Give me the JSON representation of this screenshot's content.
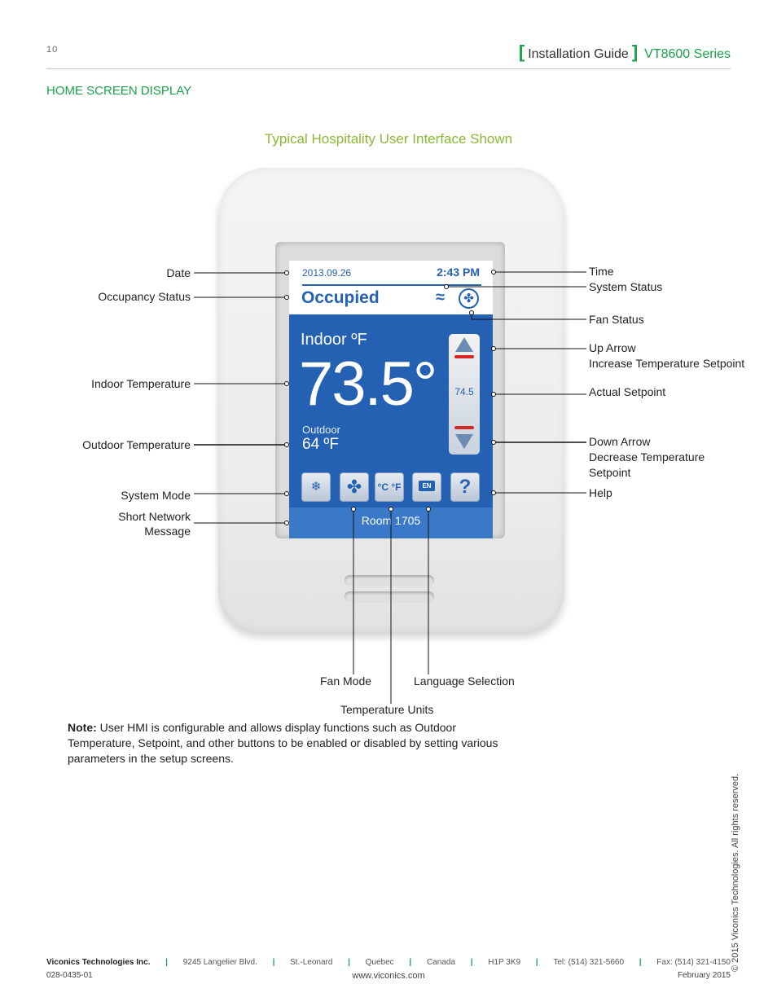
{
  "header": {
    "page_number": "10",
    "bracket_open": "[",
    "guide_label": "Installation Guide",
    "bracket_close": "]",
    "series": "VT8600 Series",
    "accent_color": "#1aa34a"
  },
  "section_title": "HOME SCREEN DISPLAY",
  "figure_title": "Typical Hospitality User Interface Shown",
  "screen": {
    "date": "2013.09.26",
    "time": "2:43 PM",
    "occupancy": "Occupied",
    "system_status_icon": "heat-waves-icon",
    "fan_status_icon": "fan-icon",
    "indoor_label": "Indoor ºF",
    "indoor_value": "73.5°",
    "outdoor_label": "Outdoor",
    "outdoor_value": "64 ºF",
    "setpoint": "74.5",
    "unit_button": "°C °F",
    "language_button": "EN",
    "help_button": "?",
    "room": "Room 1705",
    "screen_color": "#2461b3"
  },
  "callouts": {
    "date": "Date",
    "occupancy_status": "Occupancy Status",
    "indoor_temperature": "Indoor Temperature",
    "outdoor_temperature": "Outdoor Temperature",
    "system_mode": "System Mode",
    "short_network_1": "Short Network",
    "short_network_2": "Message",
    "time": "Time",
    "system_status": "System Status",
    "fan_status": "Fan Status",
    "up_arrow_1": "Up Arrow",
    "up_arrow_2": "Increase Temperature Setpoint",
    "actual_setpoint": "Actual Setpoint",
    "down_arrow_1": "Down Arrow",
    "down_arrow_2": "Decrease Temperature",
    "down_arrow_3": "Setpoint",
    "help": "Help",
    "fan_mode": "Fan Mode",
    "language_selection": "Language Selection",
    "temperature_units": "Temperature Units"
  },
  "note": {
    "label": "Note:",
    "text": " User HMI is configurable and allows display functions such as Outdoor Temperature, Setpoint, and other buttons to be enabled or disabled by setting various parameters in the setup screens."
  },
  "copyright": "© 2015 Viconics Technologies. All rights reserved.",
  "footer": {
    "company": "Viconics Technologies Inc.",
    "separator": "|",
    "address": "9245 Langelier Blvd.",
    "city": "St.-Leonard",
    "province": "Quebec",
    "country": "Canada",
    "postal": "H1P 3K9",
    "tel": "Tel: (514) 321-5660",
    "fax": "Fax: (514) 321-4150",
    "doc_number": "028-0435-01",
    "website": "www.viconics.com",
    "date": "February 2015"
  }
}
